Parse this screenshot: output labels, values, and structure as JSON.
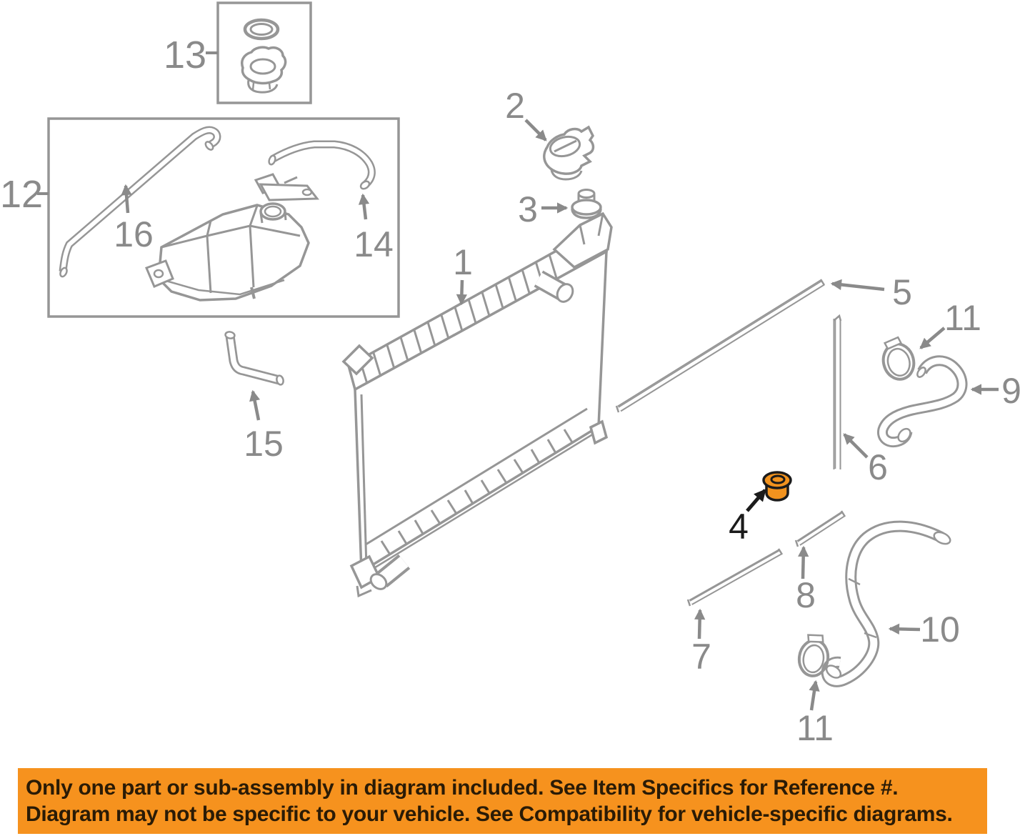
{
  "diagram": {
    "description": "Radiator and coolant reservoir exploded parts diagram",
    "callouts": {
      "n1": "1",
      "n2": "2",
      "n3": "3",
      "n4": "4",
      "n5": "5",
      "n6": "6",
      "n7": "7",
      "n8": "8",
      "n9": "9",
      "n10": "10",
      "n11a": "11",
      "n11b": "11",
      "n12": "12",
      "n13": "13",
      "n14": "14",
      "n15": "15",
      "n16": "16"
    },
    "colors": {
      "line_art": "#969696",
      "callout_gray": "#8A8A8A",
      "highlighted_part_fill": "#F1921E",
      "highlighted_part_outline": "#1b1b1b",
      "highlighted_callout": "#1b1b1b"
    }
  },
  "banner": {
    "line1": "Only one part or sub-assembly in diagram included. See Item Specifics for Reference #.",
    "line2": "Diagram may not be specific to your vehicle. See Compatibility for vehicle-specific diagrams.",
    "background": "#F6921E",
    "text_color": "#2A1B06"
  }
}
